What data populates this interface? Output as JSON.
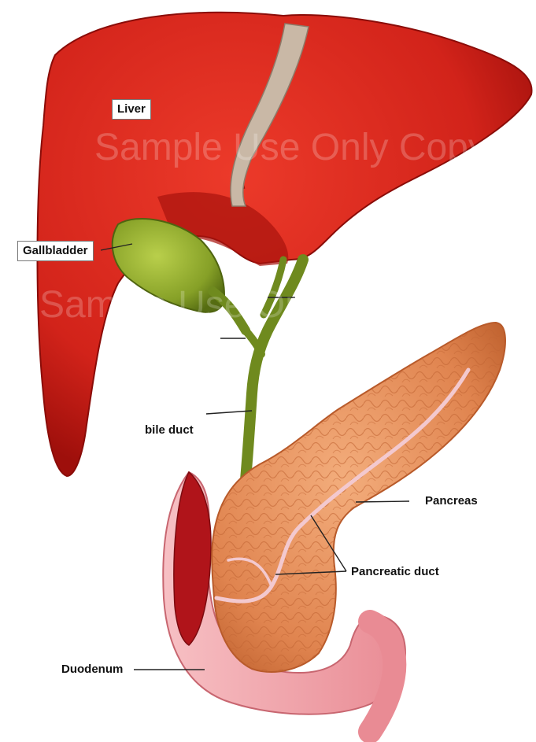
{
  "labels": {
    "liver": "Liver",
    "gallbladder": "Gallbladder",
    "bile_duct": "bile duct",
    "pancreas": "Pancreas",
    "pancreatic_duct": "Pancreatic duct",
    "duodenum": "Duodenum"
  },
  "watermark": {
    "text_1": "Sample Use Only   Copyright",
    "text_2": "Sample Use Only"
  },
  "colors": {
    "liver": "#d9251b",
    "liver_dark": "#a3100c",
    "gallbladder": "#8aa026",
    "bile_duct": "#6f8a1e",
    "pancreas": "#e58a55",
    "pancreatic_duct": "#f3c9cf",
    "duodenum": "#f2a0a8",
    "duodenum_inner": "#b0141a"
  }
}
